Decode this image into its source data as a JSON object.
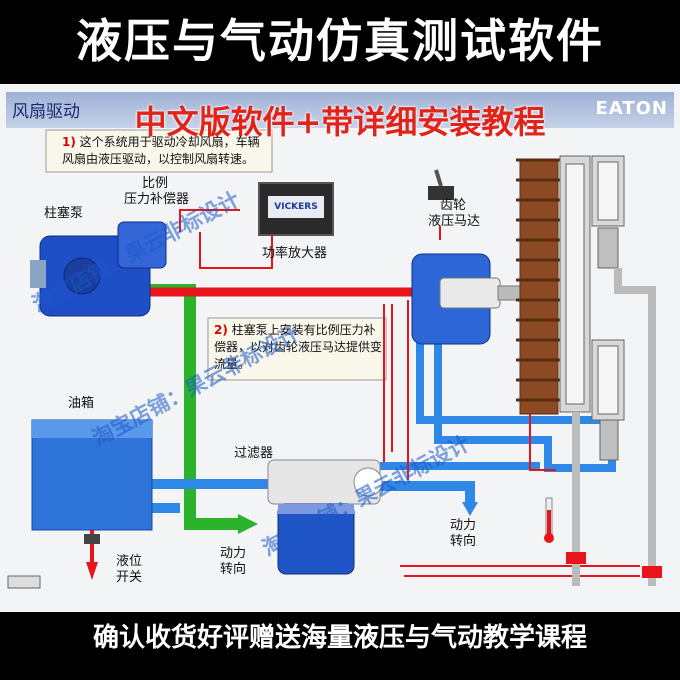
{
  "top_banner": {
    "title": "液压与气动仿真测试软件"
  },
  "window": {
    "title": "风扇驱动",
    "brand": "EATON"
  },
  "promo": "中文版软件+带详细安装教程",
  "notes": {
    "note1_num": "1)",
    "note1_text": "这个系统用于驱动冷却风扇，车辆风扇由液压驱动，以控制风扇转速。",
    "note2_num": "2)",
    "note2_text": "柱塞泵上安装有比例压力补偿器，以对齿轮液压马达提供变流量。"
  },
  "labels": {
    "piston_pump": "柱塞泵",
    "proportional": "比例",
    "pressure_comp": "压力补偿器",
    "power_amp": "功率放大器",
    "amp_brand": "VICKERS",
    "gear_motor_1": "齿轮",
    "gear_motor_2": "液压马达",
    "tank": "油箱",
    "filter": "过滤器",
    "power_steer_1_a": "动力",
    "power_steer_1_b": "转向",
    "power_steer_2_a": "动力",
    "power_steer_2_b": "转向",
    "level_switch_a": "液位",
    "level_switch_b": "开关"
  },
  "watermarks": [
    "淘宝店铺：果云非标设计",
    "淘宝店铺：果云非标设计",
    "淘宝店铺：果云非标设计"
  ],
  "bottom_banner": {
    "text": "确认收货好评赠送海量液压与气动教学课程"
  },
  "colors": {
    "hydraulic_blue": "#2f87e6",
    "pressure_red": "#e8141c",
    "return_green": "#2cb32c",
    "banner_bg": "#000000"
  }
}
